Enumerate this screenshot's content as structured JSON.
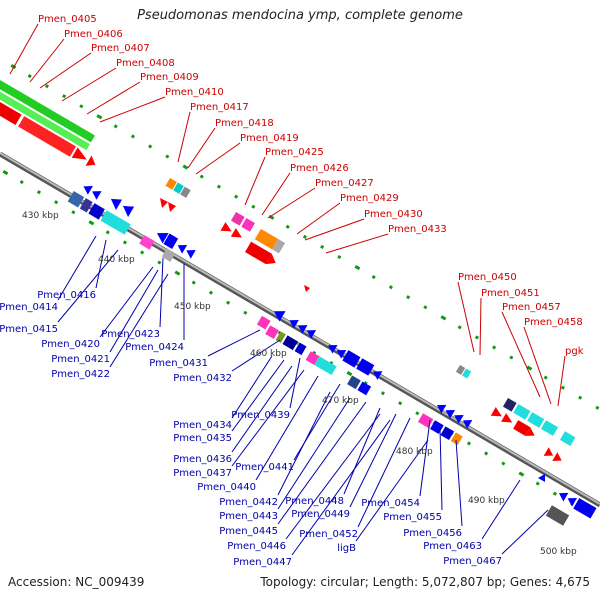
{
  "title": "Pseudomonas mendocina ymp, complete genome",
  "footer": {
    "accession": "Accession: NC_009439",
    "summary": "Topology: circular; Length: 5,072,807 bp; Genes: 4,675"
  },
  "colors": {
    "forward_cds": "#ff0000",
    "reverse_cds": "#0000ff",
    "rna": "#00cc00",
    "backbone": "#888888",
    "label_forward": "#cc0000",
    "label_reverse": "#0000aa"
  },
  "scale_labels": [
    "430 kbp",
    "440 kbp",
    "450 kbp",
    "460 kbp",
    "470 kbp",
    "480 kbp",
    "490 kbp",
    "500 kbp"
  ],
  "top_genes": [
    "Pmen_0405",
    "Pmen_0406",
    "Pmen_0407",
    "Pmen_0408",
    "Pmen_0409",
    "Pmen_0410",
    "Pmen_0417",
    "Pmen_0418",
    "Pmen_0419",
    "Pmen_0425",
    "Pmen_0426",
    "Pmen_0427",
    "Pmen_0429",
    "Pmen_0430",
    "Pmen_0433",
    "Pmen_0450",
    "Pmen_0451",
    "Pmen_0457",
    "Pmen_0458",
    "pgk"
  ],
  "bottom_genes": [
    "Pmen_0416",
    "Pmen_0414",
    "Pmen_0415",
    "Pmen_0420",
    "Pmen_0423",
    "Pmen_0421",
    "Pmen_0424",
    "Pmen_0422",
    "Pmen_0431",
    "Pmen_0432",
    "Pmen_0439",
    "Pmen_0434",
    "Pmen_0435",
    "Pmen_0436",
    "Pmen_0441",
    "Pmen_0437",
    "Pmen_0440",
    "Pmen_0448",
    "Pmen_0442",
    "Pmen_0443",
    "Pmen_0449",
    "Pmen_0454",
    "Pmen_0445",
    "Pmen_0455",
    "Pmen_0452",
    "Pmen_0446",
    "Pmen_0456",
    "Pmen_0463",
    "ligB",
    "Pmen_0447",
    "Pmen_0467"
  ]
}
